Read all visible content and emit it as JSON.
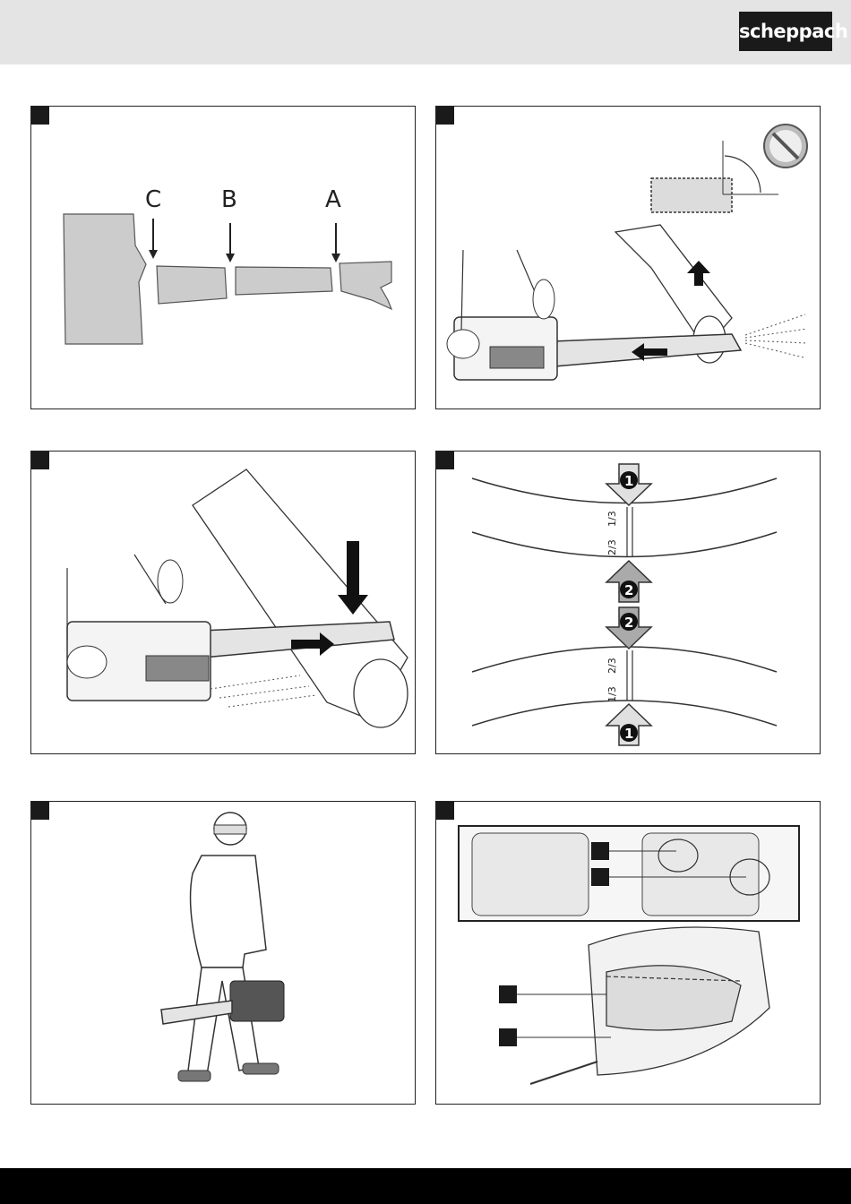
{
  "brand": {
    "logo_text": "scheppach"
  },
  "figure1": {
    "labels": {
      "c": "C",
      "b": "B",
      "a": "A"
    }
  },
  "figure4": {
    "top_fraction_a": "1/3",
    "top_fraction_b": "2/3",
    "bottom_fraction_a": "2/3",
    "bottom_fraction_b": "1/3",
    "step1": "1",
    "step2": "2"
  },
  "colors": {
    "fill_gray": "#cccccc",
    "marker": "#1a1a1a",
    "topbar": "#e4e4e4"
  }
}
